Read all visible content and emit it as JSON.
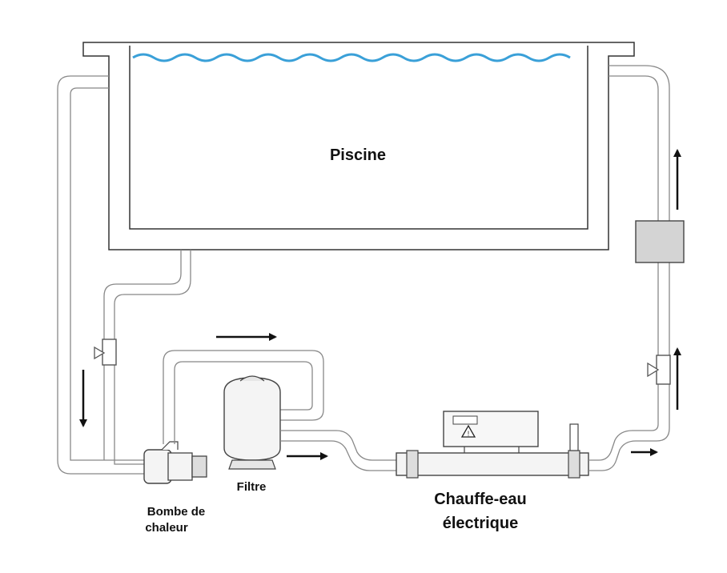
{
  "labels": {
    "pool": "Piscine",
    "filter": "Filtre",
    "pump_line1": "Bombe de",
    "pump_line2": "chaleur",
    "heater_line1": "Chauffe-eau",
    "heater_line2": "électrique"
  },
  "colors": {
    "water": "#3aa0d8",
    "outline": "#333333",
    "box_fill": "#d4d4d4",
    "arrow": "#111111"
  },
  "icons": [
    "valve-icon",
    "warning-icon",
    "flow-arrow-icon"
  ]
}
